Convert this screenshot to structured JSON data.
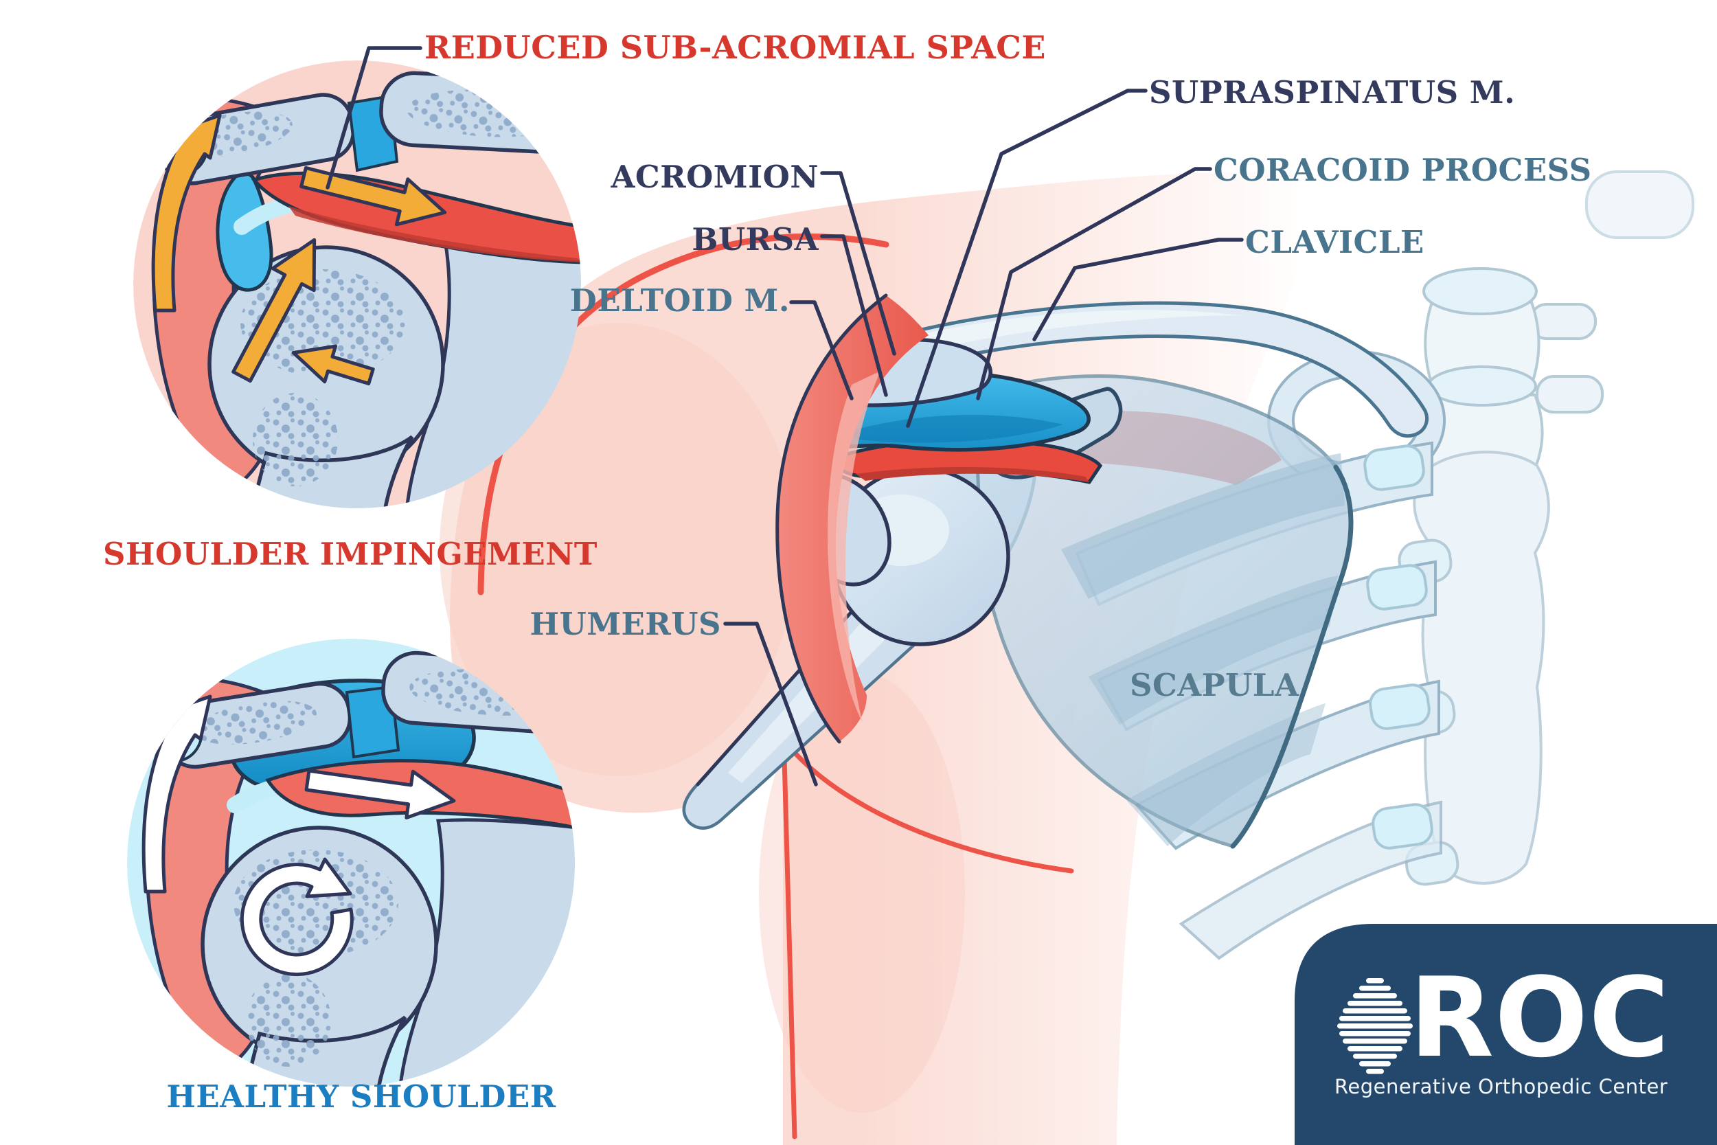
{
  "diagram": {
    "callout": "REDUCED SUB-ACROMIAL SPACE",
    "insets": {
      "impingement_caption": "SHOULDER IMPINGEMENT",
      "healthy_caption": "HEALTHY SHOULDER"
    },
    "anatomy_labels": {
      "supraspinatus": "SUPRASPINATUS M.",
      "acromion": "ACROMION",
      "bursa": "BURSA",
      "deltoid": "DELTOID M.",
      "coracoid": "CORACOID PROCESS",
      "clavicle": "CLAVICLE",
      "humerus": "HUMERUS",
      "scapula": "SCAPULA"
    },
    "logo": {
      "name": "ROC",
      "tagline": "Regenerative Orthopedic Center",
      "mark": "roc-diamond-icon"
    },
    "colors": {
      "label_red": "#d7382e",
      "label_navy": "#333a5e",
      "label_steel": "#48748e",
      "label_blue": "#1b7ec2",
      "leader_line": "#2f3659",
      "skin_pink": "#fbdcd4",
      "inset_pink_bg": "#fad5cd",
      "inset_cyan_bg": "#c8effa",
      "bone_blue": "#ccdded",
      "bursa_blue": "#25a5de",
      "muscle_red": "#e84a3e",
      "arrow_yellow": "#f3ac38",
      "arrow_white": "#ffffff",
      "logo_panel_navy": "#24486b"
    }
  }
}
